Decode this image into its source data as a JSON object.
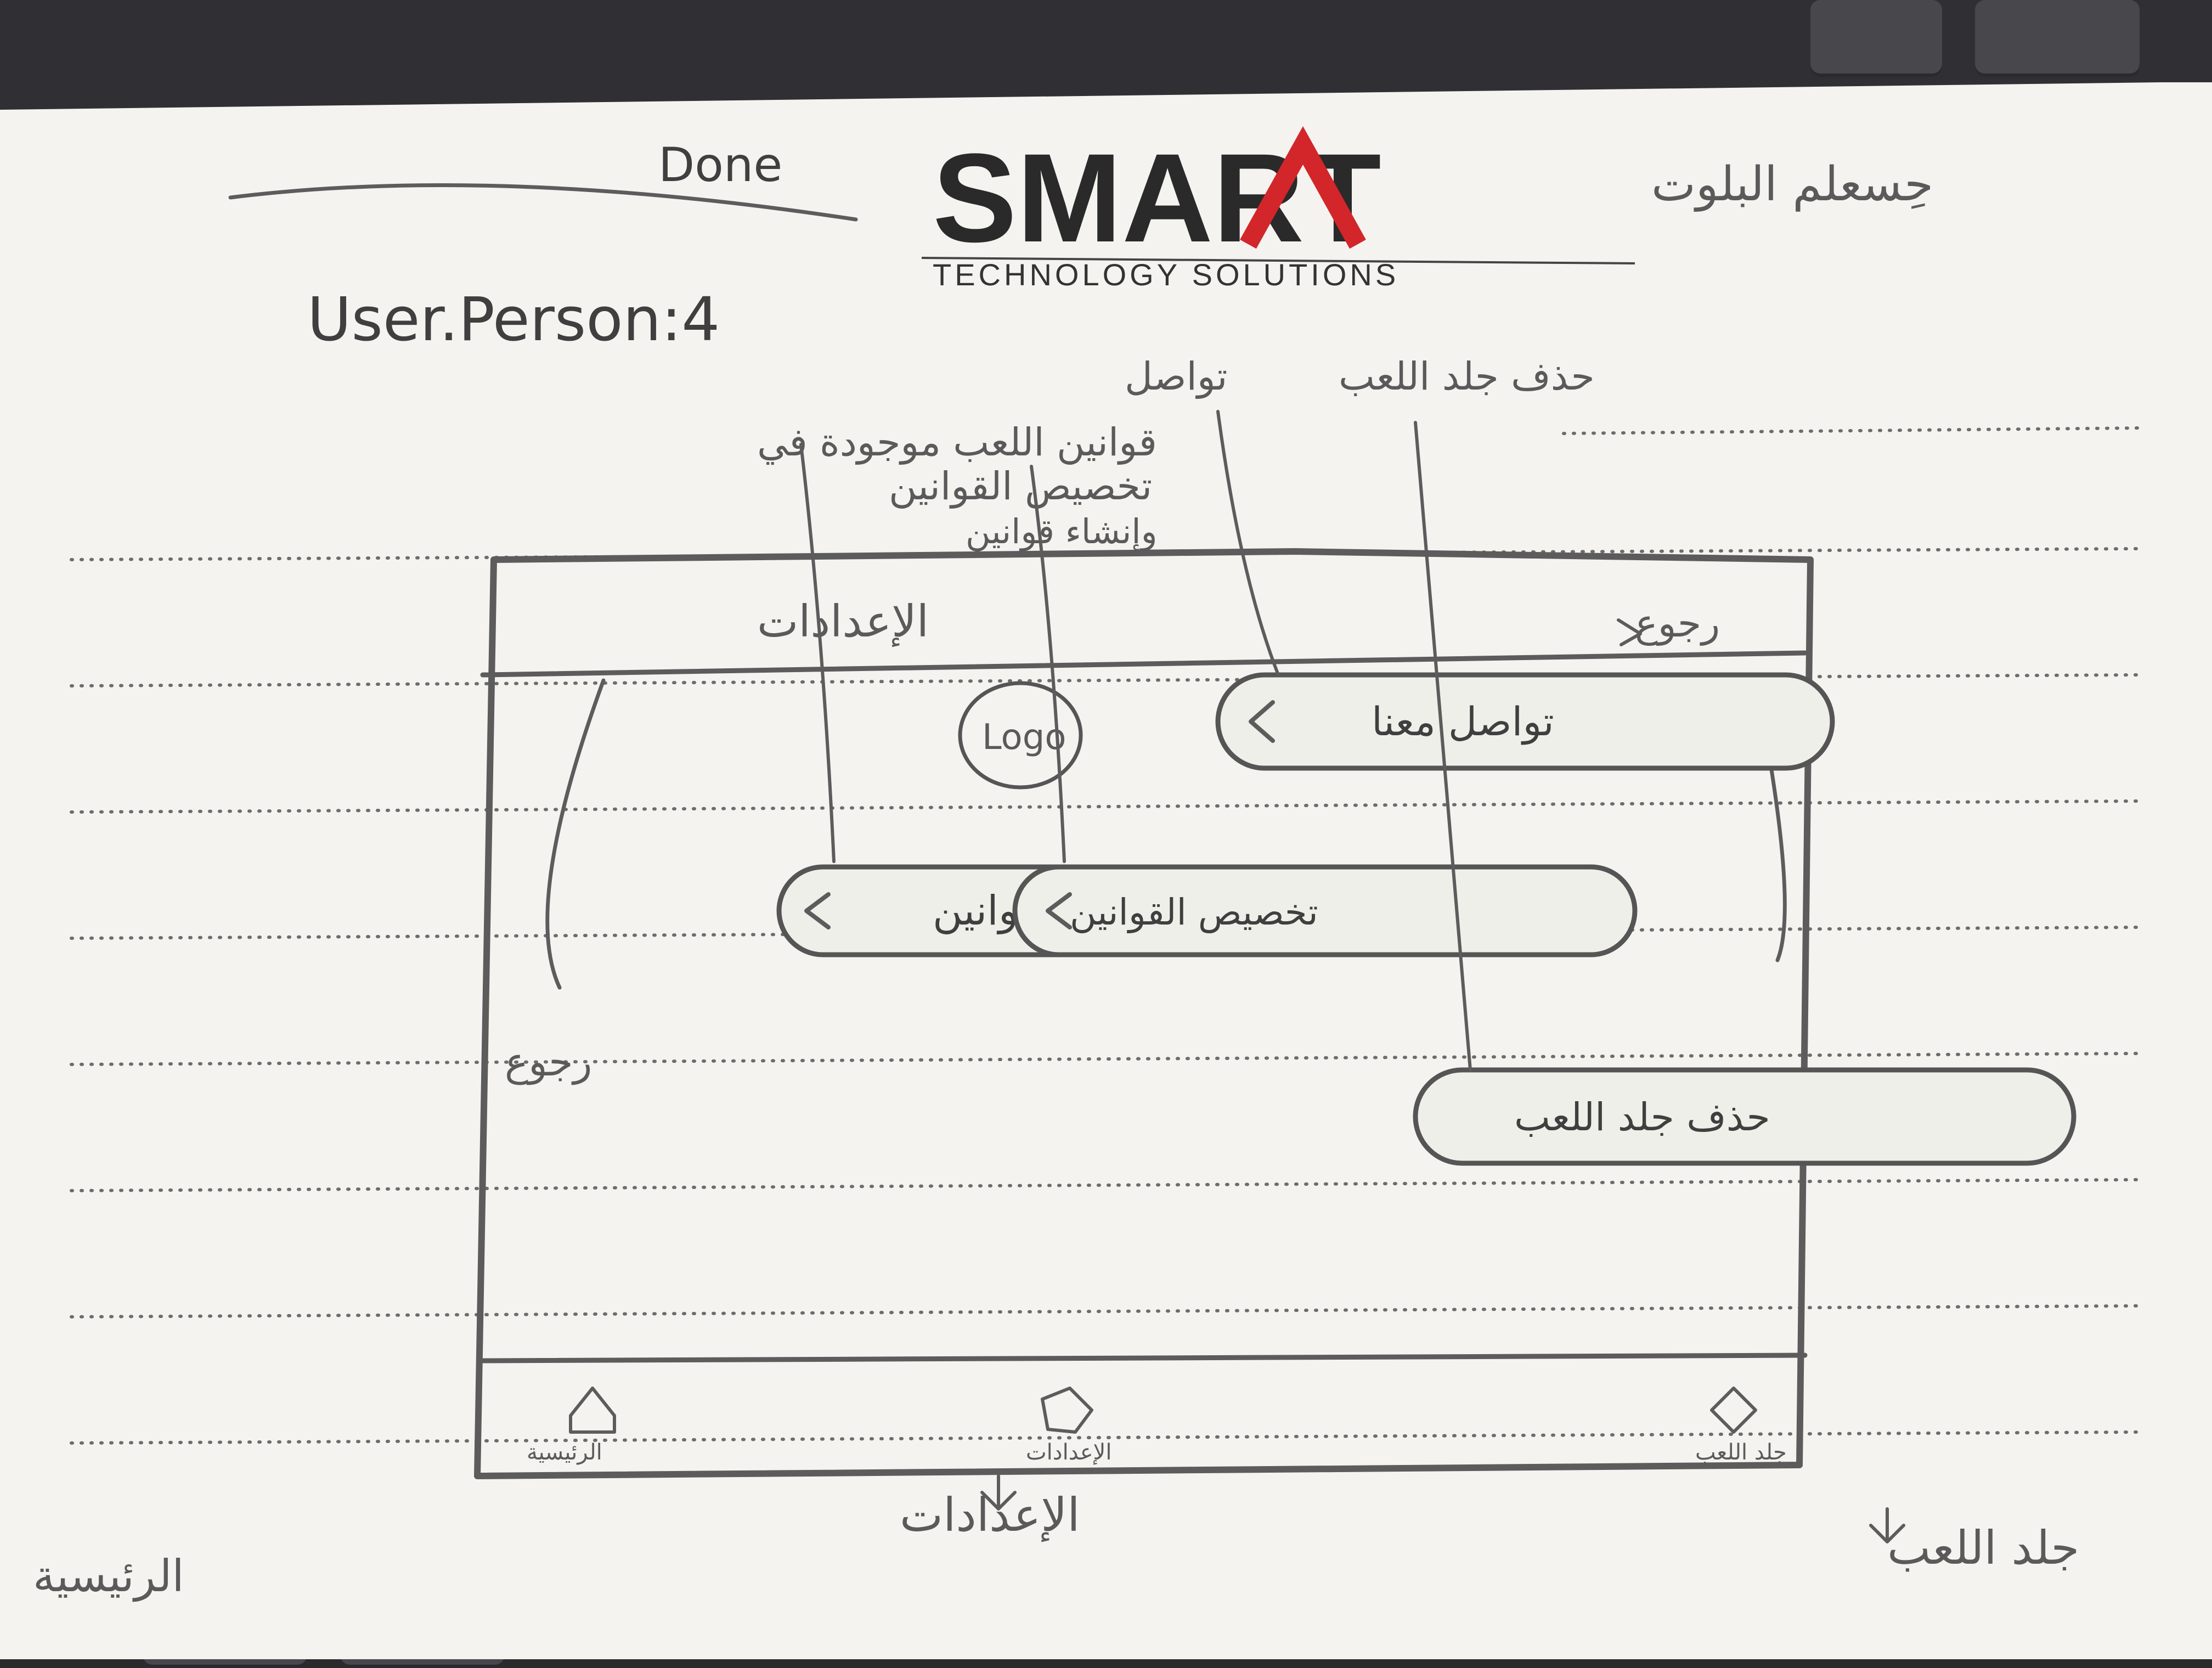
{
  "header": {
    "project_title": "حِسعلم البلوت",
    "logo_brand": "SMART",
    "logo_tagline": "TECHNOLOGY SOLUTIONS",
    "status_label": "Done",
    "user_label": "User.Person:4"
  },
  "mockup": {
    "top_bar": {
      "title": "الإعدادات",
      "back_label": "رجوع"
    },
    "logo_placeholder": "Logo",
    "buttons": [
      {
        "label": "القوانين"
      },
      {
        "label": "تخصيص القوانين"
      },
      {
        "label": "تواصل معنا"
      },
      {
        "label": "حذف جلد اللعب"
      }
    ],
    "tab_bar": [
      {
        "label": "الرئيسية",
        "icon": "home-icon"
      },
      {
        "label": "الإعدادات",
        "icon": "gear-icon"
      },
      {
        "label": "جلد اللعب",
        "icon": "cards-icon"
      }
    ]
  },
  "annotations": {
    "back_note": "رجوع",
    "rules_note": "قوانين اللعب موجودة في",
    "custom_rules_note": "تخصيص القوانين",
    "custom_rules_note2": "وإنشاء قوانين",
    "contact_note": "تواصل",
    "delete_note": "حذف جلد اللعب",
    "home_note": "الرئيسية",
    "settings_note": "الإعدادات",
    "game_note": "جلد اللعب"
  }
}
